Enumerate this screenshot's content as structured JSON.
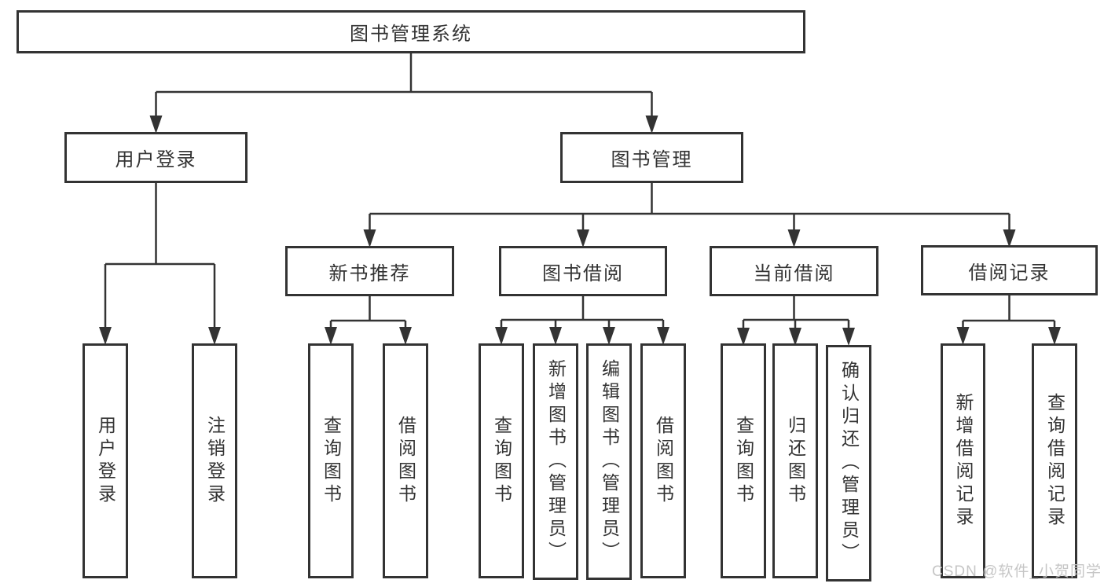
{
  "tree": {
    "label": "图书管理系统",
    "children": [
      {
        "label": "用户登录",
        "children": [
          {
            "label": "用户登录"
          },
          {
            "label": "注销登录"
          }
        ]
      },
      {
        "label": "图书管理",
        "children": [
          {
            "label": "新书推荐",
            "children": [
              {
                "label": "查询图书"
              },
              {
                "label": "借阅图书"
              }
            ]
          },
          {
            "label": "图书借阅",
            "children": [
              {
                "label": "查询图书"
              },
              {
                "label": "新增图书（管理员）"
              },
              {
                "label": "编辑图书（管理员）"
              },
              {
                "label": "借阅图书"
              }
            ]
          },
          {
            "label": "当前借阅",
            "children": [
              {
                "label": "查询图书"
              },
              {
                "label": "归还图书"
              },
              {
                "label": "确认归还（管理员）"
              }
            ]
          },
          {
            "label": "借阅记录",
            "children": [
              {
                "label": "新增借阅记录"
              },
              {
                "label": "查询借阅记录"
              }
            ]
          }
        ]
      }
    ]
  },
  "watermark": "CSDN @软件_小贺同学",
  "colors": {
    "line": "#333333",
    "text": "#333333",
    "watermark": "#c6c6c6",
    "background": "#ffffff"
  }
}
